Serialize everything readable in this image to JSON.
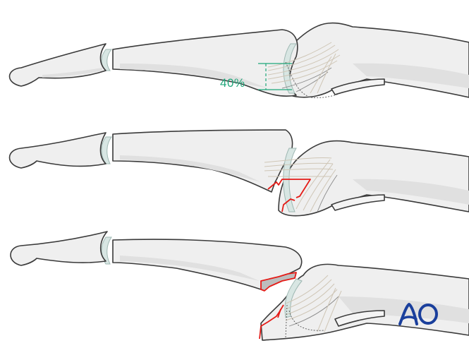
{
  "figure": {
    "type": "anatomical illustration",
    "panels": [
      {
        "id": "top",
        "description": "Finger with PIP joint, volar plate intact, measurement of articular surface"
      },
      {
        "id": "middle",
        "description": "Volar plate avulsion fracture, small fragment"
      },
      {
        "id": "bottom",
        "description": "Large volar base fracture with dorsal subluxation"
      }
    ],
    "annotation": {
      "label": "40%",
      "color": "#1fa67a"
    },
    "fracture_color": "#e41b17",
    "logo": {
      "text": "AO",
      "color": "#1a3f9c"
    }
  }
}
